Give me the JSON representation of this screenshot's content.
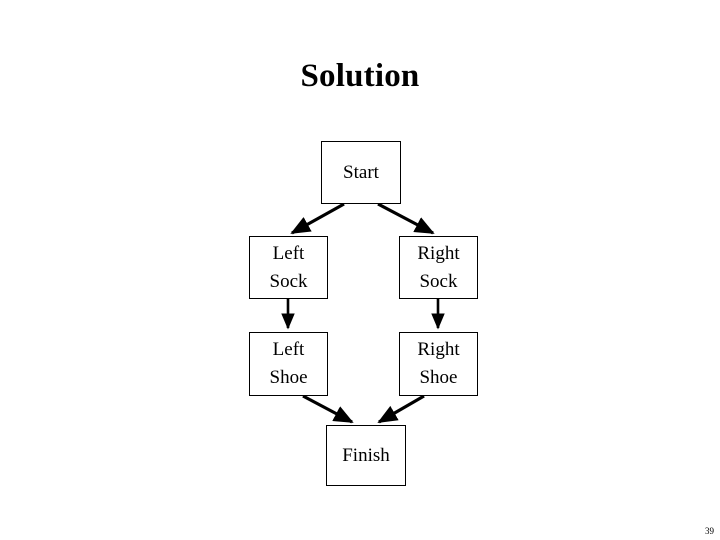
{
  "slide": {
    "title": "Solution",
    "page_number": "39",
    "background_color": "#ffffff",
    "text_color": "#000000"
  },
  "diagram": {
    "type": "flowchart",
    "stroke_color": "#000000",
    "fill_color": "#ffffff",
    "nodes": [
      {
        "id": "start",
        "label": "Start"
      },
      {
        "id": "lsock",
        "label": "Left\nSock"
      },
      {
        "id": "rsock",
        "label": "Right\nSock"
      },
      {
        "id": "lshoe",
        "label": "Left\nShoe"
      },
      {
        "id": "rshoe",
        "label": "Right\nShoe"
      },
      {
        "id": "finish",
        "label": "Finish"
      }
    ],
    "edges": [
      {
        "from": "start",
        "to": "lsock",
        "style": "diagonal-arrow"
      },
      {
        "from": "start",
        "to": "rsock",
        "style": "diagonal-arrow"
      },
      {
        "from": "lsock",
        "to": "lshoe",
        "style": "vertical-arrow"
      },
      {
        "from": "rsock",
        "to": "rshoe",
        "style": "vertical-arrow"
      },
      {
        "from": "lshoe",
        "to": "finish",
        "style": "diagonal-arrow"
      },
      {
        "from": "rshoe",
        "to": "finish",
        "style": "diagonal-arrow"
      }
    ]
  }
}
